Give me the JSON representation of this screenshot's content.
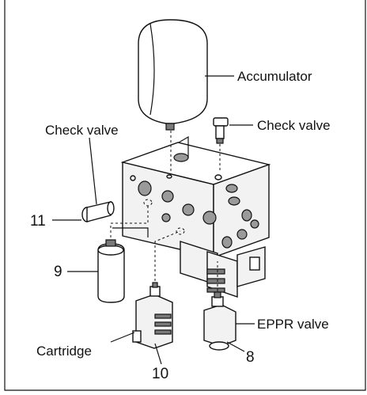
{
  "labels": {
    "accumulator": "Accumulator",
    "check_valve_right": "Check valve",
    "check_valve_left": "Check valve",
    "eppr_valve": "EPPR valve",
    "cartridge": "Cartridge"
  },
  "callouts": {
    "n11": "11",
    "n9": "9",
    "n10": "10",
    "n8": "8"
  }
}
